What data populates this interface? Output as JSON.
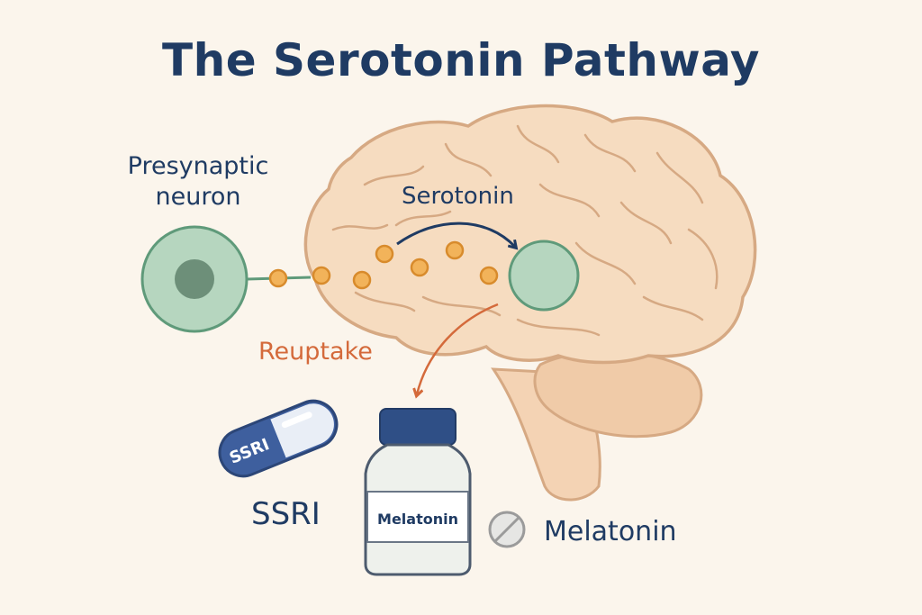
{
  "title": "The Serotonin Pathway",
  "labels": {
    "presynaptic_line1": "Presynaptic",
    "presynaptic_line2": "neuron",
    "serotonin": "Serotonin",
    "reuptake": "Reuptake",
    "ssri": "SSRI",
    "melatonin": "Melatonin"
  },
  "capsule_text": "SSRI",
  "bottle_label": "Melatonin",
  "colors": {
    "title": "#1f3b63",
    "brain_fill": "#f6dcc0",
    "brain_outline": "#d6a983",
    "neuron_fill": "#b6d6bf",
    "neuron_outline": "#5f9a7a",
    "nucleus": "#6d8f79",
    "serotonin_dot": "#f2b35a",
    "reuptake_arrow": "#d46a3b",
    "capsule": "#3e5f9e"
  }
}
